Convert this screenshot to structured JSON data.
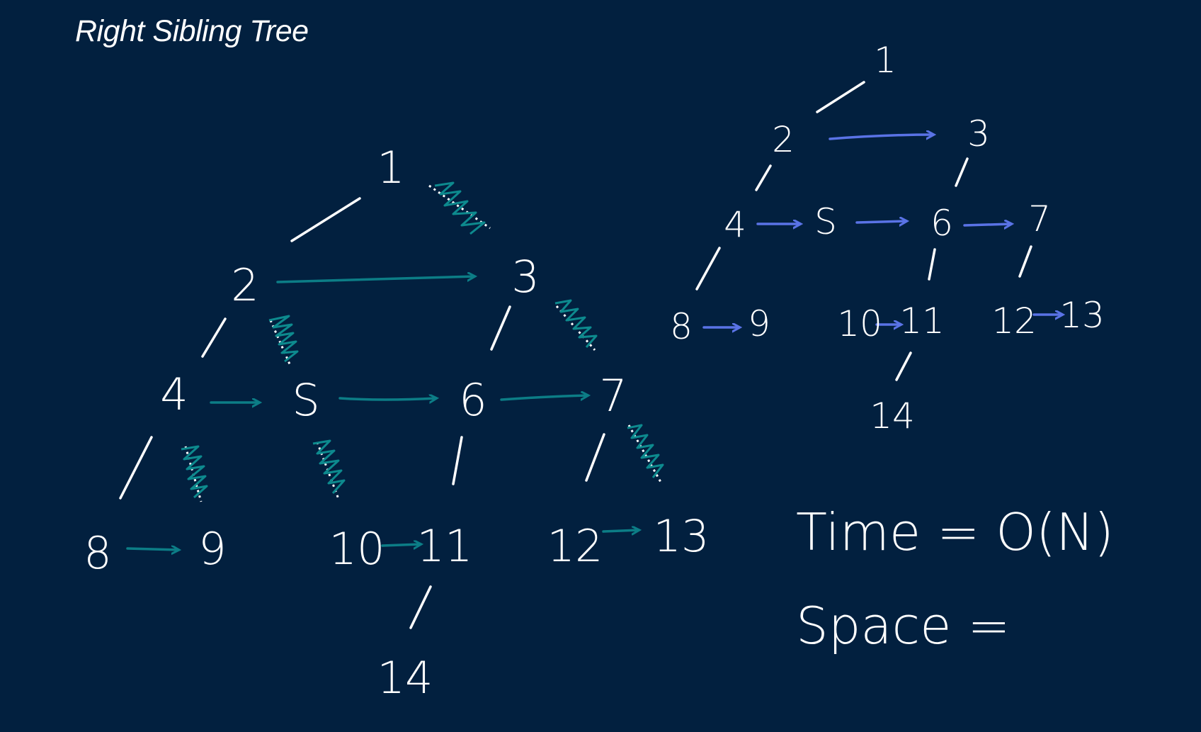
{
  "title": "Right Sibling Tree",
  "colors": {
    "background": "#02203f",
    "chalk": "#ffffff",
    "teal_arrow": "#0c7d86",
    "blue_arrow": "#5a73e6"
  },
  "left_tree": {
    "nodes": {
      "n1": "1",
      "n2": "2",
      "n3": "3",
      "n4": "4",
      "n5": "S",
      "n6": "6",
      "n7": "7",
      "n8": "8",
      "n9": "9",
      "n10": "10",
      "n11": "11",
      "n12": "12",
      "n13": "13",
      "n14": "14"
    }
  },
  "right_tree": {
    "nodes": {
      "n1": "1",
      "n2": "2",
      "n3": "3",
      "n4": "4",
      "n5": "S",
      "n6": "6",
      "n7": "7",
      "n8": "8",
      "n9": "9",
      "n10": "10",
      "n11": "11",
      "n12": "12",
      "n13": "13",
      "n14": "14"
    }
  },
  "complexity": {
    "time": "Time = O(N)",
    "space": "Space ="
  }
}
